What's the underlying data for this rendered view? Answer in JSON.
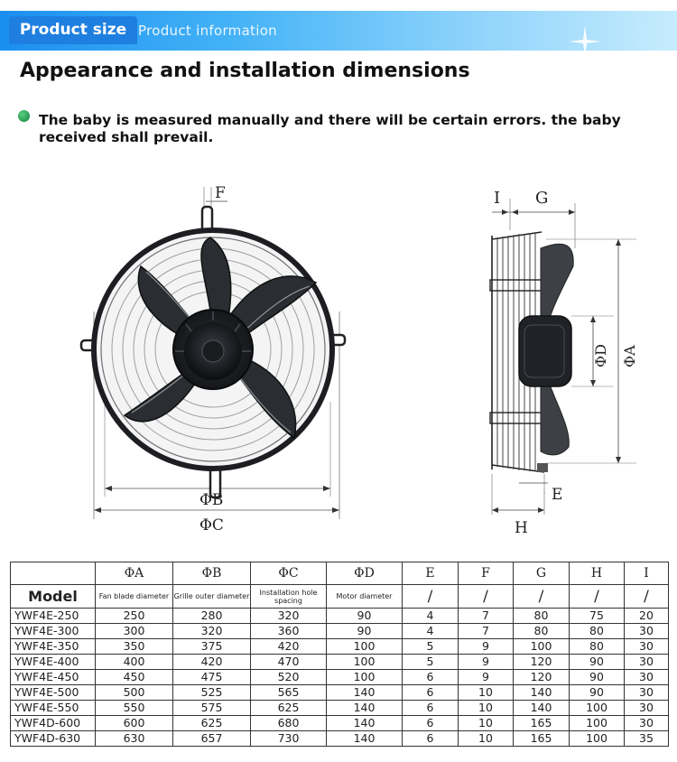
{
  "banner": {
    "tab_label": "Product size",
    "subtitle": "Product information"
  },
  "section_title": "Appearance and installation dimensions",
  "note": "The baby is measured manually and there will be certain errors. the baby received shall prevail.",
  "front_view": {
    "label_f": "F",
    "label_phi_b": "ΦB",
    "label_phi_c": "ΦC"
  },
  "side_view": {
    "label_i": "I",
    "label_g": "G",
    "label_phi_d": "ΦD",
    "label_phi_a": "ΦA",
    "label_e": "E",
    "label_h": "H"
  },
  "table": {
    "symbols": [
      "ΦA",
      "ΦB",
      "ΦC",
      "ΦD",
      "E",
      "F",
      "G",
      "H",
      "I"
    ],
    "model_header": "Model",
    "descriptions": [
      "Fan blade diameter",
      "Grille outer diameter",
      "Installation hole spacing",
      "Motor diameter",
      "/",
      "/",
      "/",
      "/",
      "/"
    ],
    "rows": [
      [
        "YWF4E-250",
        "250",
        "280",
        "320",
        "90",
        "4",
        "7",
        "80",
        "75",
        "20"
      ],
      [
        "YWF4E-300",
        "300",
        "320",
        "360",
        "90",
        "4",
        "7",
        "80",
        "80",
        "30"
      ],
      [
        "YWF4E-350",
        "350",
        "375",
        "420",
        "100",
        "5",
        "9",
        "100",
        "80",
        "30"
      ],
      [
        "YWF4E-400",
        "400",
        "420",
        "470",
        "100",
        "5",
        "9",
        "120",
        "90",
        "30"
      ],
      [
        "YWF4E-450",
        "450",
        "475",
        "520",
        "100",
        "6",
        "9",
        "120",
        "90",
        "30"
      ],
      [
        "YWF4E-500",
        "500",
        "525",
        "565",
        "140",
        "6",
        "10",
        "140",
        "90",
        "30"
      ],
      [
        "YWF4E-550",
        "550",
        "575",
        "625",
        "140",
        "6",
        "10",
        "140",
        "100",
        "30"
      ],
      [
        "YWF4D-600",
        "600",
        "625",
        "680",
        "140",
        "6",
        "10",
        "165",
        "100",
        "30"
      ],
      [
        "YWF4D-630",
        "630",
        "657",
        "730",
        "140",
        "6",
        "10",
        "165",
        "100",
        "35"
      ]
    ]
  }
}
